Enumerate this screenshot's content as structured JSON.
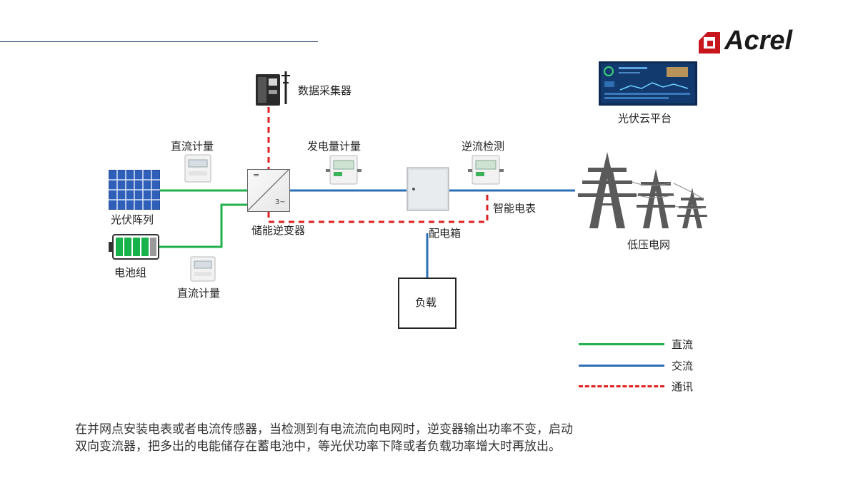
{
  "brand": {
    "name": "Acrel"
  },
  "labels": {
    "collector": "数据采集器",
    "cloud": "光伏云平台",
    "dc_meter_top": "直流计量",
    "gen_meter": "发电量计量",
    "reverse_detect": "逆流检测",
    "pv_array": "光伏阵列",
    "battery": "电池组",
    "dc_meter_bottom": "直流计量",
    "inverter": "储能逆变器",
    "dist_box": "配电箱",
    "smart_meter": "智能电表",
    "grid": "低压电网",
    "load": "负载"
  },
  "inverter_symbols": {
    "dc": "=",
    "ac": "3~"
  },
  "legend": [
    {
      "label": "直流",
      "color": "#22b04b",
      "style": "solid"
    },
    {
      "label": "交流",
      "color": "#2d6fb5",
      "style": "solid"
    },
    {
      "label": "通讯",
      "color": "#e02020",
      "style": "dashed"
    }
  ],
  "description": {
    "line1": "在并网点安装电表或者电流传感器，当检测到有电流流向电网时，逆变器输出功率不变，启动",
    "line2": "双向变流器，把多出的电能储存在蓄电池中，等光伏功率下降或者负载功率增大时再放出。"
  }
}
